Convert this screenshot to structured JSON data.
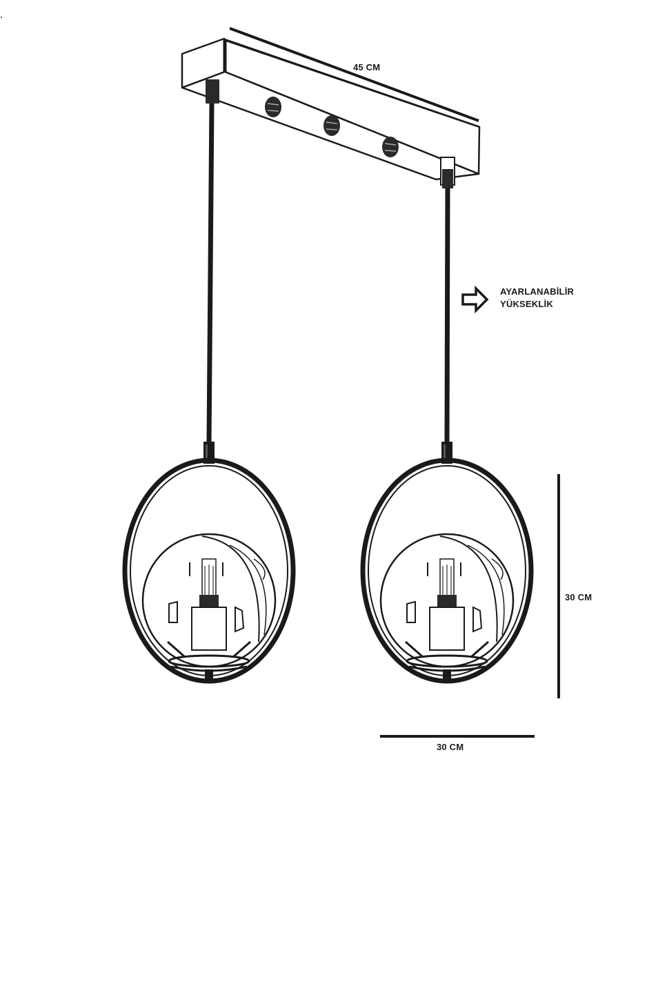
{
  "diagram": {
    "type": "product-dimension-drawing",
    "subject": "double pendant ceiling lamp with oval ring frames and glass globes",
    "colors": {
      "ink": "#1a1a1a",
      "background": "#ffffff"
    },
    "canopy": {
      "width_label": "45 CM",
      "mount_bolts": 3
    },
    "pendants": [
      {
        "id": "left",
        "shape": "oval-ring-with-globe"
      },
      {
        "id": "right",
        "shape": "oval-ring-with-globe"
      }
    ],
    "annotations": {
      "adjustable": {
        "icon": "arrow-right-outline-icon",
        "line1": "AYARLANABİLİR",
        "line2": "YÜKSEKLİK"
      },
      "height_label": "30 CM",
      "width_label": "30 CM"
    }
  }
}
